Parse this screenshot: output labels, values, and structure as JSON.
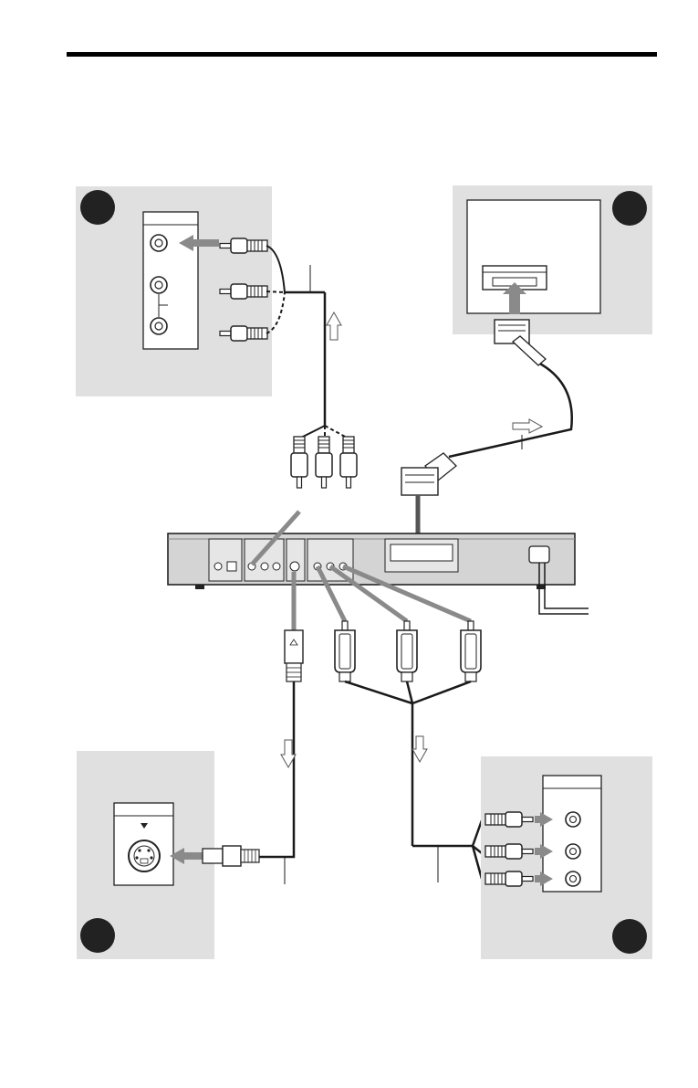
{
  "page": {
    "header_rule_color": "#000000",
    "panel_fill": "#e0e0e0"
  },
  "panels": {
    "top_left": {
      "badge_icon": "filled-circle-badge",
      "device": "composite-video-input-jacks"
    },
    "top_right": {
      "badge_icon": "filled-circle-badge",
      "device": "tv-scart-socket"
    },
    "bottom_left": {
      "badge_icon": "filled-circle-badge",
      "device": "s-video-input-jack"
    },
    "bottom_right": {
      "badge_icon": "filled-circle-badge",
      "device": "component-video-input-jacks"
    }
  },
  "icons": {
    "plug": "rca-plug-icon",
    "scart": "scart-plug-icon",
    "s_video": "s-video-plug-icon",
    "arrow": "signal-direction-arrow-icon"
  },
  "colors": {
    "line": "#1a1a1a",
    "arrow_fill": "#8a8a8a",
    "plug_dark": "#808080",
    "plug_light": "#ffffff",
    "player_fill": "#d4d4d4"
  }
}
